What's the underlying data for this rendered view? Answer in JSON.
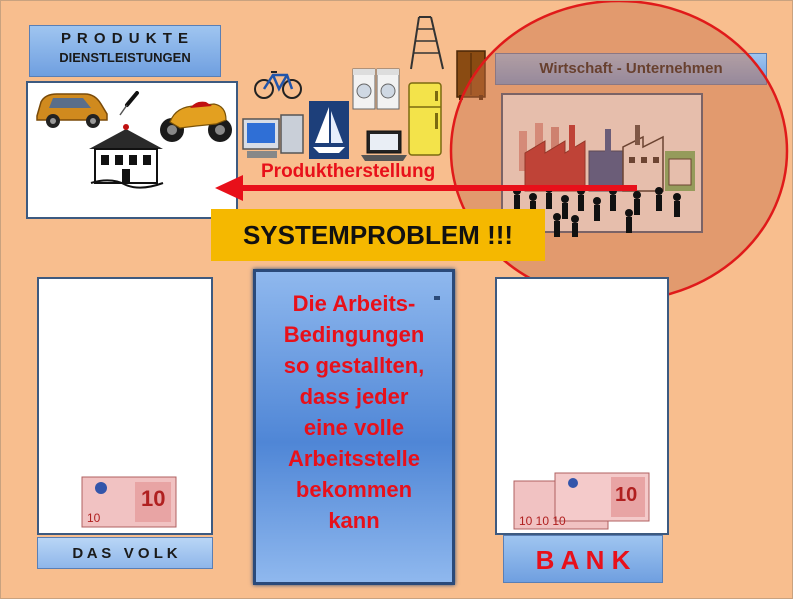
{
  "produkte_label": {
    "line1": "P R O D U K T E",
    "line2": "DIENSTLEISTUNGEN"
  },
  "wirtschaft_label": "Wirtschaft - Unternehmen",
  "arrow_label": "Produktherstellung",
  "systemproblem": "SYSTEMPROBLEM !!!",
  "center_text": [
    "Die Arbeits-",
    "Bedingungen",
    "so gestallten,",
    "dass jeder",
    "eine volle",
    "Arbeitsstelle",
    "bekommen",
    "kann"
  ],
  "volk_label": "D A S   V O L K",
  "bank_label": "B A N K",
  "colors": {
    "background": "#f8be8e",
    "arrow": "#e8101a",
    "circle": "#e01a1a",
    "center_text": "#e8101a",
    "systemproblem_bg": "#f5b800"
  },
  "icons": [
    "car-icon",
    "screwdriver-icon",
    "motorcycle-icon",
    "house-icon",
    "bicycle-icon",
    "computer-icon",
    "sailboat-icon",
    "laptop-icon",
    "washing-machine-icon",
    "refrigerator-icon",
    "ladder-icon",
    "wardrobe-icon",
    "factory-icon",
    "workers-icon",
    "euro-banknote-icon"
  ]
}
